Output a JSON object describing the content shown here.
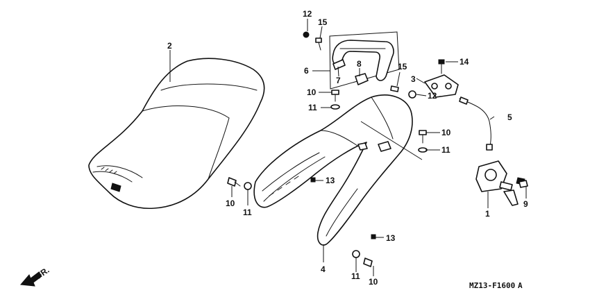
{
  "diagram": {
    "callouts": {
      "c1": "1",
      "c2": "2",
      "c3": "3",
      "c4": "4",
      "c5": "5",
      "c6": "6",
      "c7": "7",
      "c8": "8",
      "c9": "9",
      "c10a": "10",
      "c10b": "10",
      "c10c": "10",
      "c10d": "10",
      "c11a": "11",
      "c11b": "11",
      "c11c": "11",
      "c11d": "11",
      "c12a": "12",
      "c12b": "12",
      "c13a": "13",
      "c13b": "13",
      "c14": "14",
      "c15a": "15",
      "c15b": "15"
    },
    "direction_label": "FR.",
    "figure_code": "MZ13-F1600",
    "figure_suffix": "A"
  }
}
